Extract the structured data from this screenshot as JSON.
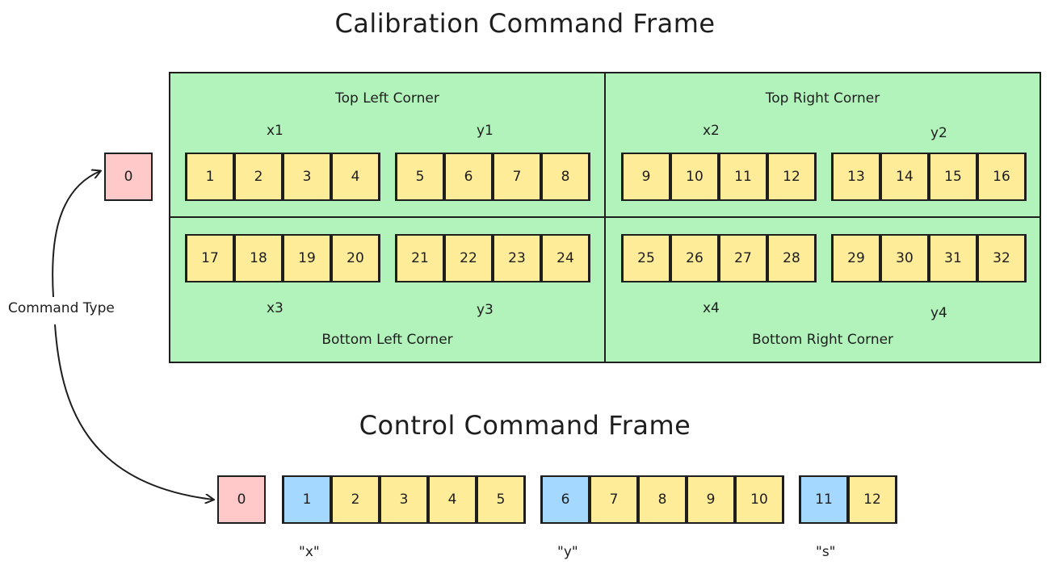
{
  "calibration": {
    "title": "Calibration Command Frame",
    "command_type_cell": "0",
    "quadrants": {
      "top_left": {
        "label": "Top Left Corner",
        "x_label": "x1",
        "y_label": "y1",
        "x_cells": [
          "1",
          "2",
          "3",
          "4"
        ],
        "y_cells": [
          "5",
          "6",
          "7",
          "8"
        ]
      },
      "top_right": {
        "label": "Top Right Corner",
        "x_label": "x2",
        "y_label": "y2",
        "x_cells": [
          "9",
          "10",
          "11",
          "12"
        ],
        "y_cells": [
          "13",
          "14",
          "15",
          "16"
        ]
      },
      "bottom_left": {
        "label": "Bottom Left Corner",
        "x_label": "x3",
        "y_label": "y3",
        "x_cells": [
          "17",
          "18",
          "19",
          "20"
        ],
        "y_cells": [
          "21",
          "22",
          "23",
          "24"
        ]
      },
      "bottom_right": {
        "label": "Bottom Right Corner",
        "x_label": "x4",
        "y_label": "y4",
        "x_cells": [
          "25",
          "26",
          "27",
          "28"
        ],
        "y_cells": [
          "29",
          "30",
          "31",
          "32"
        ]
      }
    }
  },
  "command_type_label": "Command Type",
  "control": {
    "title": "Control Command Frame",
    "command_type_cell": "0",
    "x_group": {
      "cells": [
        "1",
        "2",
        "3",
        "4",
        "5"
      ],
      "label": "\"x\""
    },
    "y_group": {
      "cells": [
        "6",
        "7",
        "8",
        "9",
        "10"
      ],
      "label": "\"y\""
    },
    "s_group": {
      "cells": [
        "11",
        "12"
      ],
      "label": "\"s\""
    }
  },
  "colors": {
    "quadrant_fill": "#b2f2bb",
    "byte_fill": "#ffec99",
    "command_type_fill": "#ffc9c9",
    "tag_fill": "#a5d8ff",
    "stroke": "#1e1e1e"
  }
}
